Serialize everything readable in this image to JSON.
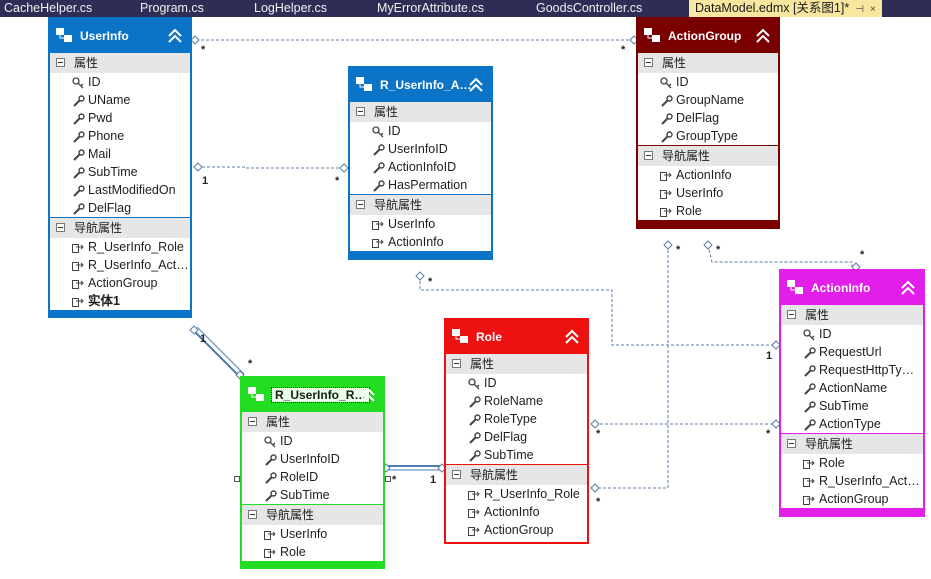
{
  "tabs": [
    {
      "label": "CacheHelper.cs"
    },
    {
      "label": "Program.cs"
    },
    {
      "label": "LogHelper.cs"
    },
    {
      "label": "MyErrorAttribute.cs"
    },
    {
      "label": "GoodsController.cs"
    },
    {
      "label": "DataModel.edmx [关系图1]*",
      "pin": "⊣",
      "close": "×"
    }
  ],
  "entities": {
    "userinfo": {
      "title": "UserInfo",
      "color": "#0b74c7",
      "props_label": "属性",
      "props": [
        "ID",
        "UName",
        "Pwd",
        "Phone",
        "Mail",
        "SubTime",
        "LastModifiedOn",
        "DelFlag"
      ],
      "nav_label": "导航属性",
      "nav": [
        "R_UserInfo_Role",
        "R_UserInfo_Act…",
        "ActionGroup",
        "实体1"
      ]
    },
    "ruia": {
      "title": "R_UserInfo_A…",
      "color": "#0b74c7",
      "props_label": "属性",
      "props": [
        "ID",
        "UserInfoID",
        "ActionInfoID",
        "HasPermation"
      ],
      "nav_label": "导航属性",
      "nav": [
        "UserInfo",
        "ActionInfo"
      ]
    },
    "actiongroup": {
      "title": "ActionGroup",
      "color": "#7a0000",
      "props_label": "属性",
      "props": [
        "ID",
        "GroupName",
        "DelFlag",
        "GroupType"
      ],
      "nav_label": "导航属性",
      "nav": [
        "ActionInfo",
        "UserInfo",
        "Role"
      ]
    },
    "actioninfo": {
      "title": "ActionInfo",
      "color": "#e21fe8",
      "props_label": "属性",
      "props": [
        "ID",
        "RequestUrl",
        "RequestHttpTy…",
        "ActionName",
        "SubTime",
        "ActionType"
      ],
      "nav_label": "导航属性",
      "nav": [
        "Role",
        "R_UserInfo_Act…",
        "ActionGroup"
      ]
    },
    "role": {
      "title": "Role",
      "color": "#ee1111",
      "props_label": "属性",
      "props": [
        "ID",
        "RoleName",
        "RoleType",
        "DelFlag",
        "SubTime"
      ],
      "nav_label": "导航属性",
      "nav": [
        "R_UserInfo_Role",
        "ActionInfo",
        "ActionGroup"
      ]
    },
    "ruir": {
      "title": "R_UserInfo_R…",
      "color": "#22dd22",
      "props_label": "属性",
      "props": [
        "ID",
        "UserInfoID",
        "RoleID",
        "SubTime"
      ],
      "nav_label": "导航属性",
      "nav": [
        "UserInfo",
        "Role"
      ]
    }
  },
  "multiplicities": {
    "ui_ag_left": "*",
    "ui_ag_right": "*",
    "ui_ruia_left": "1",
    "ui_ruia_right": "*",
    "ui_ruir_top": "1",
    "ui_ruir_bottom": "*",
    "ruir_role_left": "*",
    "ruir_role_right": "1",
    "ag_ai_left": "*",
    "ag_ai_right": "*",
    "ag_role_bottom": "*",
    "ruia_ai_left": "*",
    "ruia_ai_right": "1",
    "role_ai_left": "*",
    "role_ai_right": "*",
    "role_ag_bottom": "*"
  }
}
